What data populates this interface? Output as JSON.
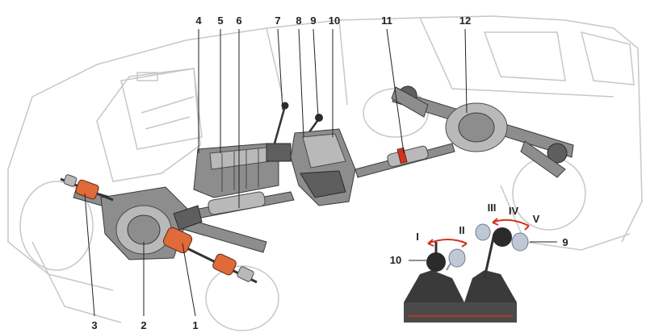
{
  "callouts": {
    "c1": "1",
    "c2": "2",
    "c3": "3",
    "c4": "4",
    "c5": "5",
    "c6": "6",
    "c7": "7",
    "c8": "8",
    "c9": "9",
    "c10": "10",
    "c11": "11",
    "c12": "12"
  },
  "inset": {
    "gear_I": "I",
    "gear_II": "II",
    "gear_III": "III",
    "gear_IV": "IV",
    "gear_V": "V",
    "label_lever_10": "10",
    "label_lever_9": "9"
  },
  "colors": {
    "boot_accent": "#e06a3a",
    "arrow_accent": "#d0341e",
    "body_outline": "#c7c7c7"
  }
}
